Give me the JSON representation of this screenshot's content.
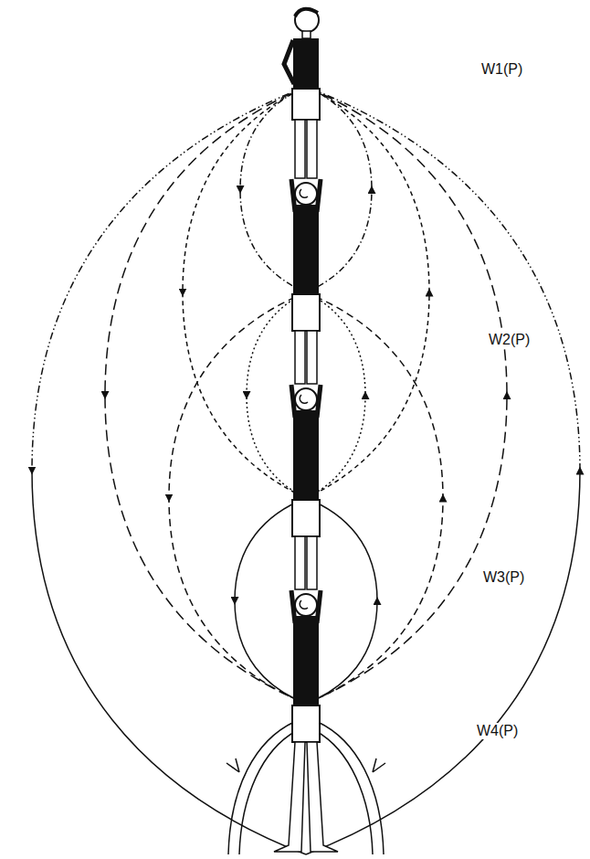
{
  "diagram": {
    "labels": [
      "W1(P)",
      "W2(P)",
      "W3(P)",
      "W4(P)"
    ]
  }
}
